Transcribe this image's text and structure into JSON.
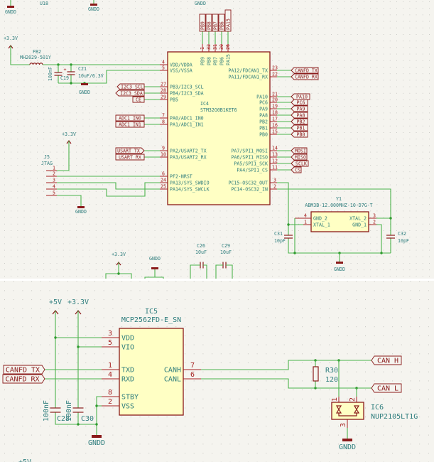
{
  "power": {
    "gndd": "GNDD",
    "v33": "+3.3V",
    "v5": "+5V"
  },
  "top": {
    "u18": "U18",
    "fb2": {
      "ref": "FB2",
      "value": "MH2029-501Y"
    },
    "c19": {
      "ref": "C19",
      "value": "100nF"
    },
    "c21": {
      "ref": "C21",
      "value": "10uF/6.3V"
    },
    "ic4": {
      "ref": "IC4",
      "value": "STM32G0B1KET6",
      "pins_top": [
        {
          "num": "1",
          "name": "PB9"
        },
        {
          "num": "32",
          "name": "PB8"
        },
        {
          "num": "31",
          "name": "PB7"
        },
        {
          "num": "30",
          "name": "PB6"
        },
        {
          "num": "26",
          "name": "PA15"
        }
      ],
      "pins_left": [
        {
          "num": "4",
          "name": "VDD/VDDA"
        },
        {
          "num": "5",
          "name": "VSS/VSSA"
        },
        {
          "num": "27",
          "name": "PB3/I2C3_SCL"
        },
        {
          "num": "28",
          "name": "PB4/I2C3_SDA"
        },
        {
          "num": "29",
          "name": "PB5"
        },
        {
          "num": "7",
          "name": "PA0/ADC1_IN0"
        },
        {
          "num": "8",
          "name": "PA1/ADC1_IN1"
        },
        {
          "num": "9",
          "name": "PA2/USART2_TX"
        },
        {
          "num": "10",
          "name": "PA3/USART2_RX"
        },
        {
          "num": "6",
          "name": "PF2-NRST"
        },
        {
          "num": "24",
          "name": "PA13/SYS_SWDIO"
        },
        {
          "num": "25",
          "name": "PA14/SYS_SWCLK"
        }
      ],
      "pins_right": [
        {
          "num": "23",
          "name": "PA12/FDCAN1_TX"
        },
        {
          "num": "22",
          "name": "PA11/FDCAN1_RX"
        },
        {
          "num": "21",
          "name": "PA10"
        },
        {
          "num": "20",
          "name": "PC6"
        },
        {
          "num": "19",
          "name": "PA9"
        },
        {
          "num": "18",
          "name": "PA8"
        },
        {
          "num": "17",
          "name": "PB2"
        },
        {
          "num": "16",
          "name": "PB1"
        },
        {
          "num": "15",
          "name": "PB0"
        },
        {
          "num": "14",
          "name": "PA7/SPI1_MOSI"
        },
        {
          "num": "13",
          "name": "PA6/SPI1_MISO"
        },
        {
          "num": "12",
          "name": "PA5/SPI1_SCK"
        },
        {
          "num": "11",
          "name": "PA4/SPI1_CS"
        },
        {
          "num": "3",
          "name": "PC15-OSC32_OUT"
        },
        {
          "num": "2",
          "name": "PC14-OSC32_IN"
        }
      ]
    },
    "labels_top": [
      "PB9",
      "PB8",
      "PB7",
      "PB6",
      "PA15"
    ],
    "labels_left": [
      "I2C3_SCL",
      "I2C3_SDA",
      "CE",
      "ADC1_IN0",
      "ADC1_IN1",
      "USART_TX",
      "USART_RX"
    ],
    "labels_right": [
      "CANFD_TX",
      "CANFD_RX",
      "PA10",
      "PC6",
      "PA9",
      "PA8",
      "PB2",
      "PB1",
      "PB0",
      "MOSI",
      "MISO",
      "SCLK",
      "CS"
    ],
    "j5": {
      "ref": "J5",
      "value": "JTAG",
      "pins": [
        "1",
        "2",
        "3",
        "4",
        "5"
      ]
    },
    "y1": {
      "ref": "Y1",
      "value": "ABM3B-12.000MHZ-10-D7G-T",
      "pins": [
        {
          "num": "4",
          "name": "GND_2"
        },
        {
          "num": "1",
          "name": "XTAL_1"
        },
        {
          "num": "3",
          "name": "XTAL_2"
        },
        {
          "num": "2",
          "name": "GND_1"
        }
      ]
    },
    "c31": {
      "ref": "C31",
      "value": "10pF"
    },
    "c32": {
      "ref": "C32",
      "value": "10pF"
    },
    "c26": {
      "ref": "C26",
      "value": "10uF"
    },
    "c29": {
      "ref": "C29",
      "value": "10uF"
    }
  },
  "bottom": {
    "ic5": {
      "ref": "IC5",
      "value": "MCP2562FD-E_SN",
      "pins_left": [
        {
          "num": "3",
          "name": "VDD"
        },
        {
          "num": "5",
          "name": "VIO"
        },
        {
          "num": "1",
          "name": "TXD"
        },
        {
          "num": "4",
          "name": "RXD"
        },
        {
          "num": "8",
          "name": "STBY"
        },
        {
          "num": "2",
          "name": "VSS"
        }
      ],
      "pins_right": [
        {
          "num": "7",
          "name": "CANH"
        },
        {
          "num": "6",
          "name": "CANL"
        }
      ]
    },
    "labels_left": [
      "CANFD_TX",
      "CANFD_RX"
    ],
    "labels_right": [
      "CAN_H",
      "CAN_L"
    ],
    "c28": {
      "ref": "C28",
      "value": "100nF"
    },
    "c30": {
      "ref": "C30",
      "value": "100nF"
    },
    "r30": {
      "ref": "R30",
      "value": "120"
    },
    "ic6": {
      "ref": "IC6",
      "value": "NUP2105LT1G",
      "pins": [
        "1",
        "2",
        "3"
      ]
    }
  }
}
